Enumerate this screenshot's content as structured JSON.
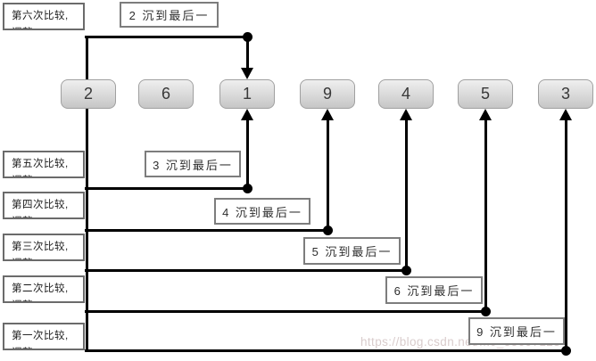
{
  "diagram": {
    "title_semantic": "bubble-sort-pass-diagram",
    "nodes": [
      "2",
      "6",
      "1",
      "9",
      "4",
      "5",
      "3"
    ],
    "pass_labels": [
      "第六次比较, 调整",
      "第五次比较, 调整",
      "第四次比较, 调整",
      "第三次比较, 调整",
      "第二次比较, 调整",
      "第一次比较, 调整"
    ],
    "sink_labels": [
      "2 沉到最后一",
      "3 沉到最后一",
      "4 沉到最后一",
      "5 沉到最后一",
      "6 沉到最后一",
      "9 沉到最后一"
    ],
    "watermark": "https://blog.csdn.net/m0_55697123",
    "colors": {
      "line": "#000000",
      "node_fill_top": "#efefef",
      "node_fill_bottom": "#c6c6c6",
      "node_border": "#a0a0a0",
      "label_border": "#6b6b6b",
      "watermark": "#d9cccc"
    }
  }
}
